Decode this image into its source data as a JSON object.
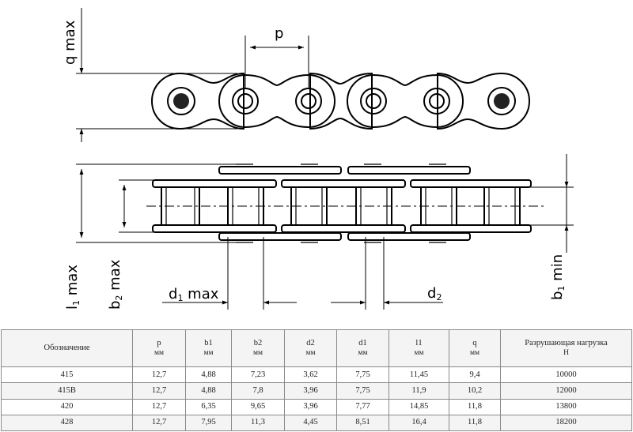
{
  "drawing": {
    "labels": {
      "q": "q max",
      "p": "p",
      "l1_main": "l",
      "l1_sub": "1",
      "l1_rest": " max",
      "b2_main": "b",
      "b2_sub": "2",
      "b2_rest": " max",
      "d1_main": "d",
      "d1_sub": "1",
      "d1_rest": " max",
      "d2_main": "d",
      "d2_sub": "2",
      "b1_main": "b",
      "b1_sub": "1",
      "b1_rest": " min"
    }
  },
  "table": {
    "columns": [
      {
        "label": "Обозначение",
        "unit": ""
      },
      {
        "label": "p",
        "unit": "мм"
      },
      {
        "label": "b1",
        "unit": "мм"
      },
      {
        "label": "b2",
        "unit": "мм"
      },
      {
        "label": "d2",
        "unit": "мм"
      },
      {
        "label": "d1",
        "unit": "мм"
      },
      {
        "label": "l1",
        "unit": "мм"
      },
      {
        "label": "q",
        "unit": "мм"
      },
      {
        "label": "Разрушающая нагрузка",
        "unit": "Н"
      }
    ],
    "rows": [
      [
        "415",
        "12,7",
        "4,88",
        "7,23",
        "3,62",
        "7,75",
        "11,45",
        "9,4",
        "10000"
      ],
      [
        "415B",
        "12,7",
        "4,88",
        "7,8",
        "3,96",
        "7,75",
        "11,9",
        "10,2",
        "12000"
      ],
      [
        "420",
        "12,7",
        "6,35",
        "9,65",
        "3,96",
        "7,77",
        "14,85",
        "11,8",
        "13800"
      ],
      [
        "428",
        "12,7",
        "7,95",
        "11,3",
        "4,45",
        "8,51",
        "16,4",
        "11,8",
        "18200"
      ]
    ]
  }
}
